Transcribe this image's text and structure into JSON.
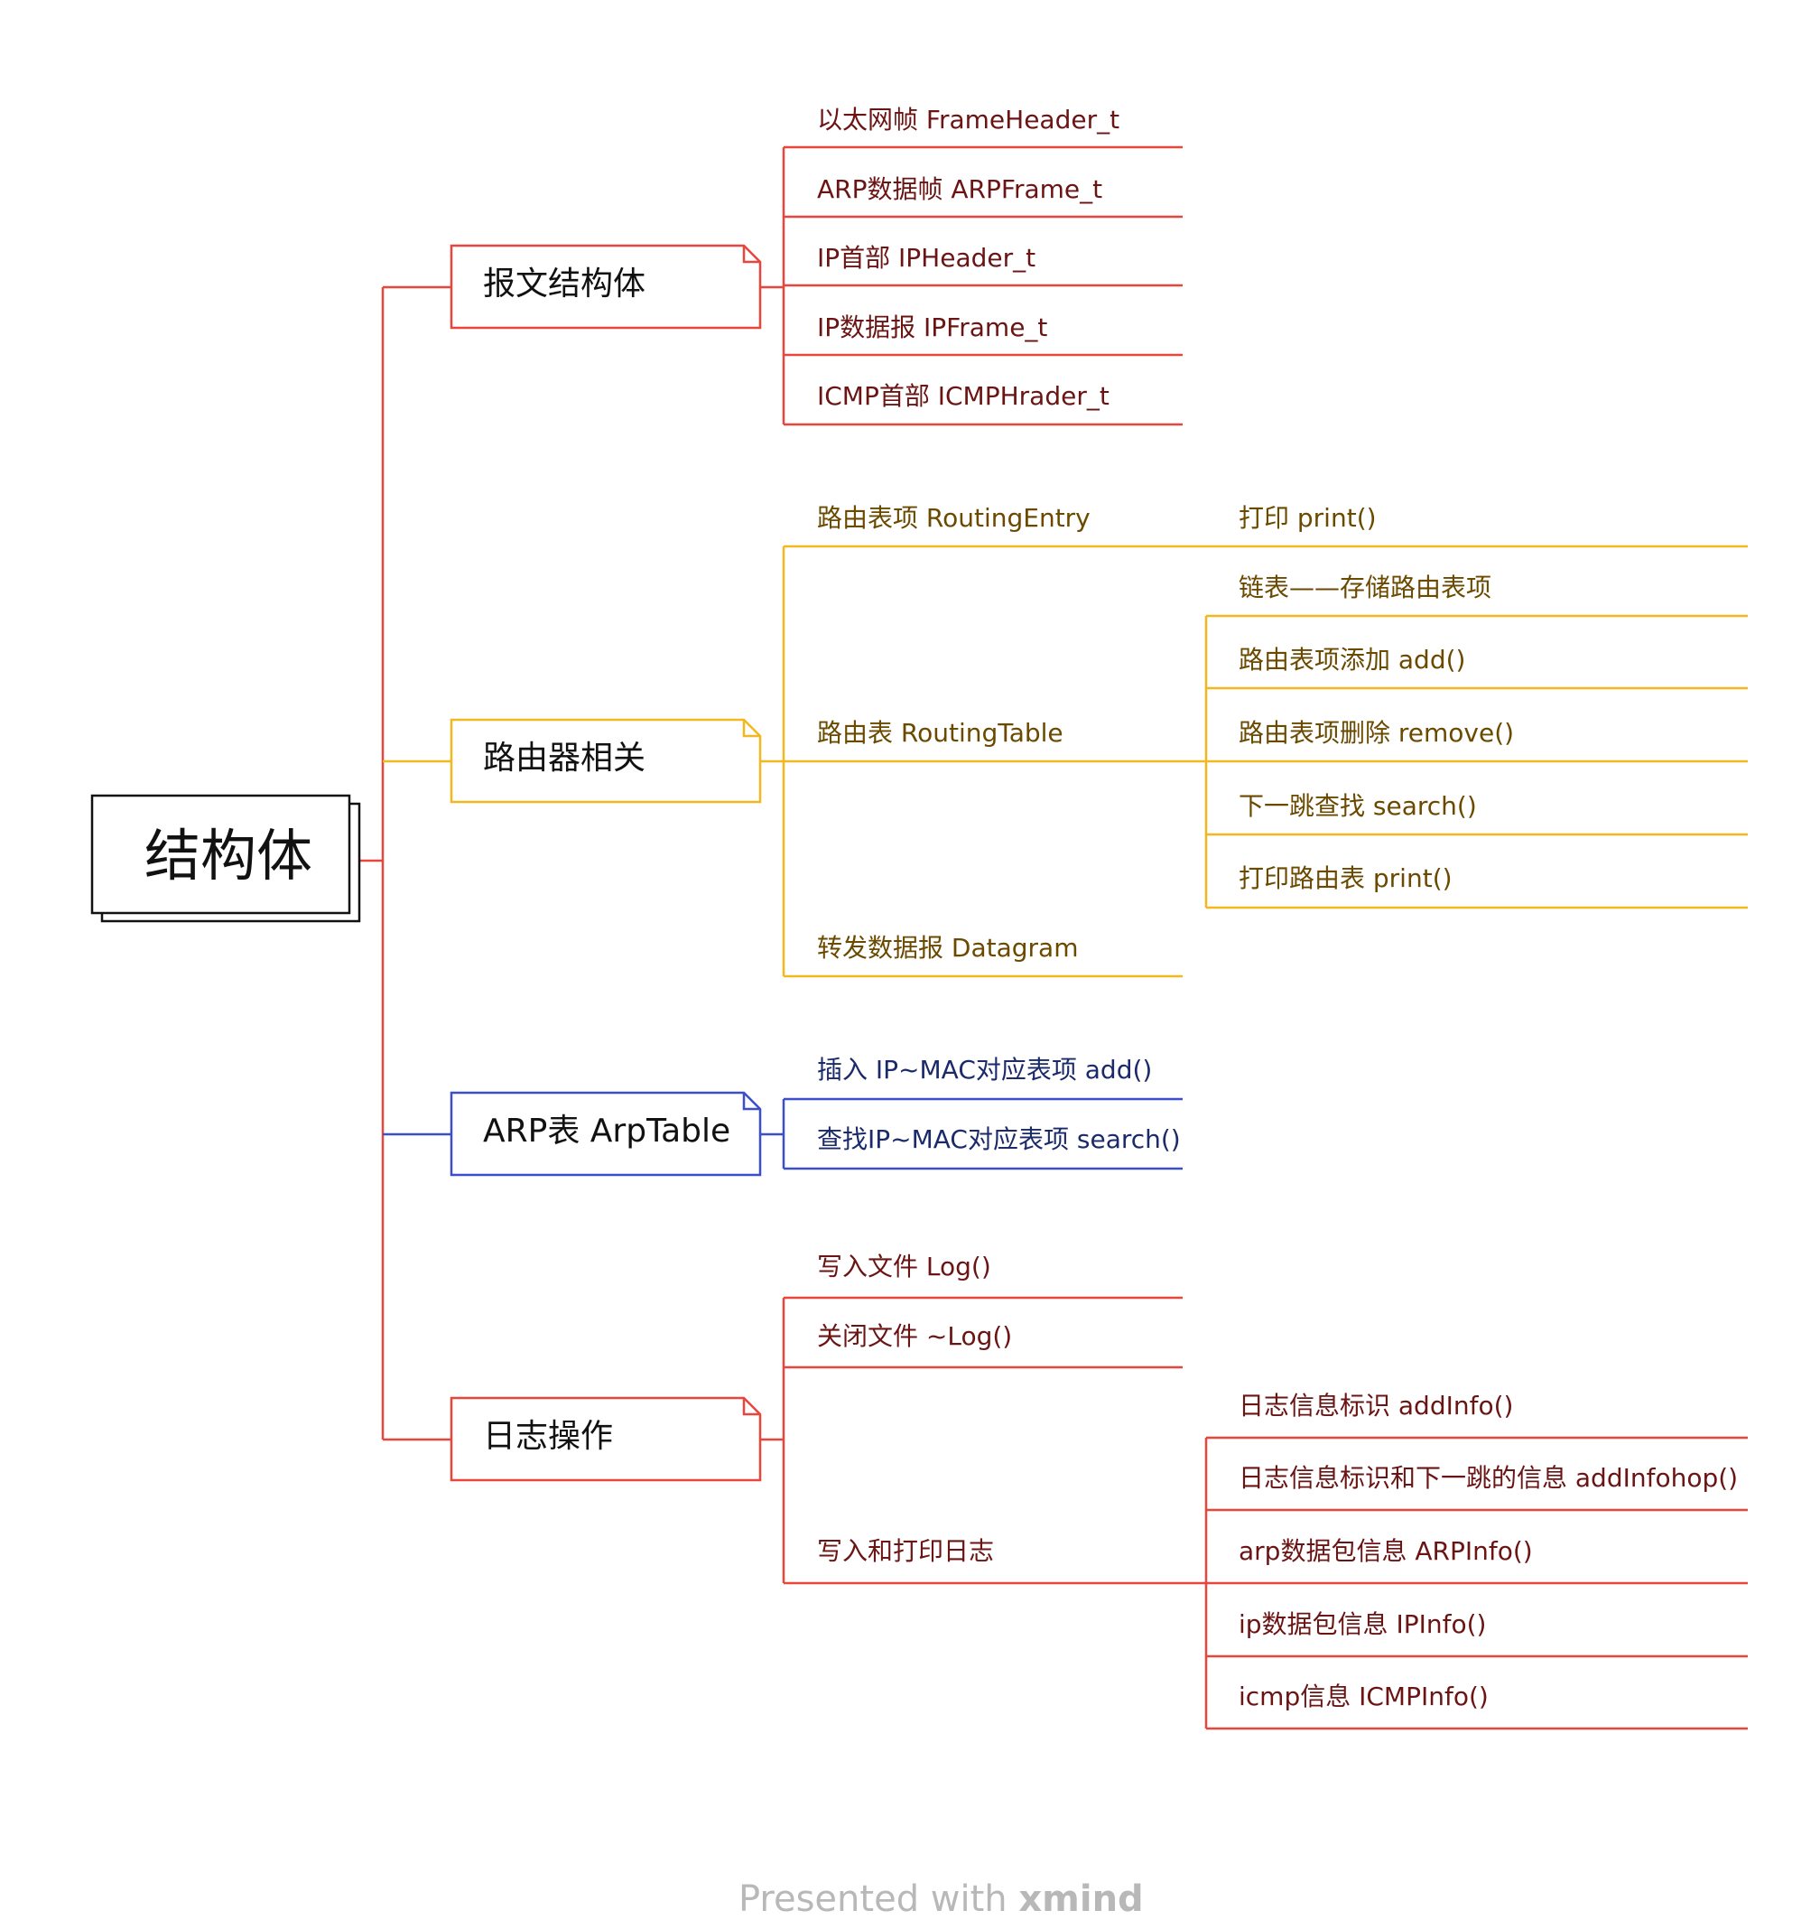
{
  "root": {
    "label": "结构体"
  },
  "branches": {
    "message": {
      "label": "报文结构体",
      "color": "#e8453c",
      "items": [
        "以太网帧 FrameHeader_t",
        "ARP数据帧 ARPFrame_t",
        "IP首部 IPHeader_t",
        "IP数据报 IPFrame_t",
        "ICMP首部 ICMPHrader_t"
      ]
    },
    "router": {
      "label": "路由器相关",
      "color": "#f2b81f",
      "items": {
        "entry": "路由表项 RoutingEntry",
        "entry_sub": "打印 print()",
        "table": "路由表 RoutingTable",
        "table_subs": [
          "链表——存储路由表项",
          "路由表项添加 add()",
          "路由表项删除 remove()",
          "下一跳查找 search()",
          "打印路由表 print()"
        ],
        "datagram": "转发数据报 Datagram"
      }
    },
    "arp": {
      "label": "ARP表 ArpTable",
      "color": "#3a4fc9",
      "items": [
        "插入 IP~MAC对应表项 add()",
        "查找IP~MAC对应表项 search()"
      ]
    },
    "log": {
      "label": "日志操作",
      "color": "#e8453c",
      "items": {
        "write": "写入文件 Log()",
        "close": "关闭文件 ~Log()",
        "print": "写入和打印日志",
        "print_subs": [
          "日志信息标识 addInfo()",
          "日志信息标识和下一跳的信息 addInfohop()",
          "arp数据包信息 ARPInfo()",
          "ip数据包信息 IPInfo()",
          "icmp信息 ICMPInfo()"
        ]
      }
    }
  },
  "footer": {
    "prefix": "Presented with ",
    "brand": "xmind"
  }
}
